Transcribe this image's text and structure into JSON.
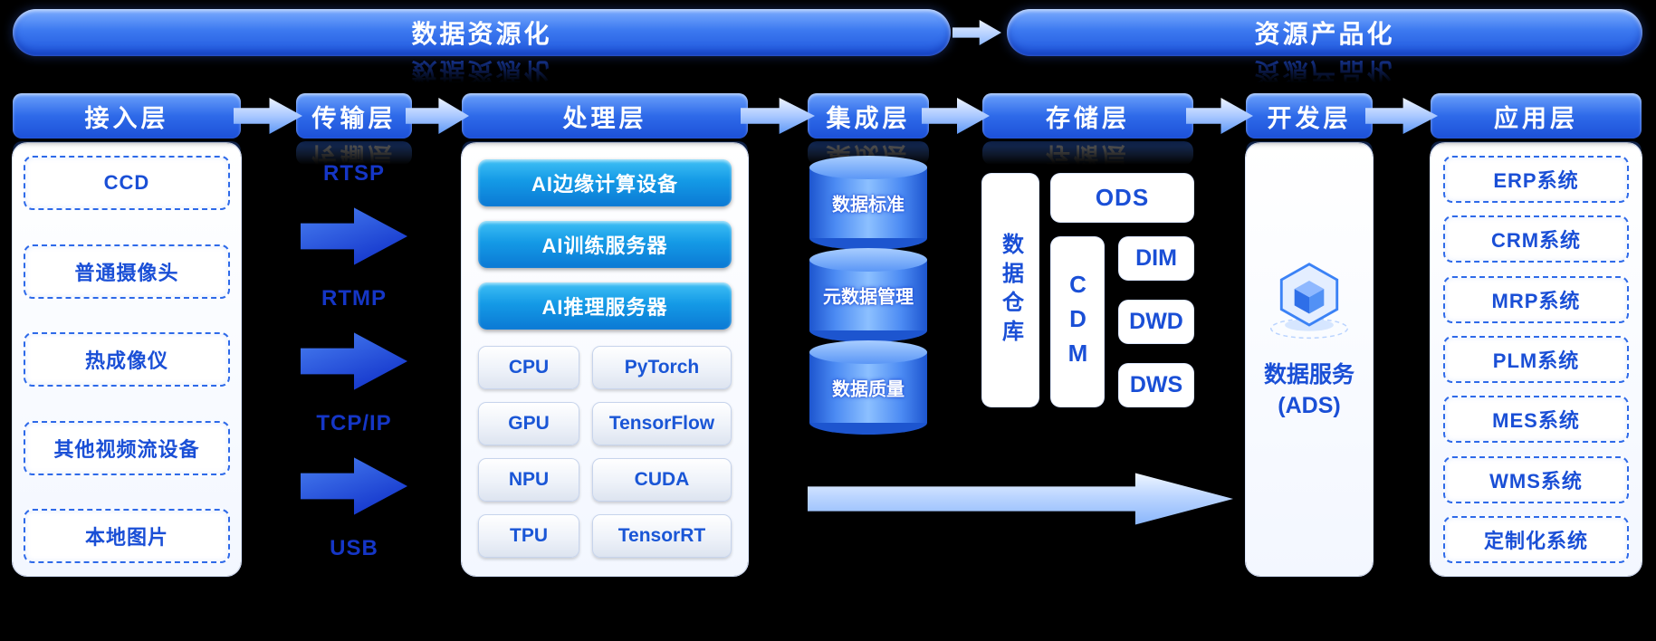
{
  "banners": {
    "left": "数据资源化",
    "right": "资源产品化"
  },
  "layers": {
    "access": {
      "header": "接入层",
      "items": [
        "CCD",
        "普通摄像头",
        "热成像仪",
        "其他视频流设备",
        "本地图片"
      ]
    },
    "transport": {
      "header": "传输层",
      "protocols": [
        "RTSP",
        "RTMP",
        "TCP/IP",
        "USB"
      ]
    },
    "processing": {
      "header": "处理层",
      "servers": [
        "AI边缘计算设备",
        "AI训练服务器",
        "AI推理服务器"
      ],
      "hardware": [
        "CPU",
        "GPU",
        "NPU",
        "TPU"
      ],
      "frameworks": [
        "PyTorch",
        "TensorFlow",
        "CUDA",
        "TensorRT"
      ]
    },
    "integration": {
      "header": "集成层",
      "cylinders": [
        "数据标准",
        "元数据管理",
        "数据质量"
      ]
    },
    "storage": {
      "header": "存储层",
      "warehouse": "数据仓库",
      "boxes": {
        "ods": "ODS",
        "cdm": "CDM",
        "dim": "DIM",
        "dwd": "DWD",
        "dws": "DWS"
      }
    },
    "development": {
      "header": "开发层",
      "service": "数据服务",
      "service_sub": "(ADS)"
    },
    "application": {
      "header": "应用层",
      "items": [
        "ERP系统",
        "CRM系统",
        "MRP系统",
        "PLM系统",
        "MES系统",
        "WMS系统",
        "定制化系统"
      ]
    }
  },
  "colors": {
    "background": "#000000",
    "accent_blue": "#1a4fd6",
    "header_gradient_top": "#6ba0fb",
    "header_gradient_bottom": "#1c50d8",
    "ai_button_gradient_top": "#3fc0f5",
    "ai_button_gradient_bottom": "#0b79d4",
    "panel_white": "#ffffff"
  }
}
